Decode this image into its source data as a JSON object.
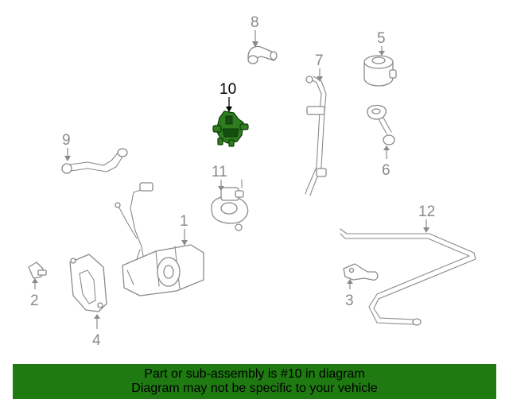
{
  "diagram": {
    "callouts": {
      "c1": "1",
      "c2": "2",
      "c3": "3",
      "c4": "4",
      "c5": "5",
      "c6": "6",
      "c7": "7",
      "c8": "8",
      "c9": "9",
      "c10": "10",
      "c11": "11",
      "c12": "12"
    },
    "highlighted_part": "10",
    "colors": {
      "highlight": "#2e7d1e",
      "linework": "#8a8a8a",
      "banner": "#1f7a12"
    }
  },
  "banner": {
    "line1": "Part or sub-assembly is #10 in diagram",
    "line2": "Diagram may not be specific to your vehicle"
  }
}
